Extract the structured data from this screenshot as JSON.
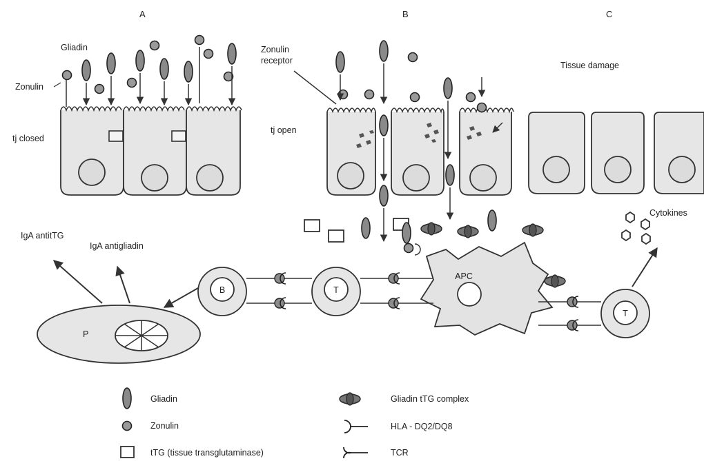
{
  "panels": {
    "a": "A",
    "b": "B",
    "c": "C"
  },
  "labels": {
    "gliadin": "Gliadin",
    "zonulin": "Zonulin",
    "tj_closed": "tj closed",
    "zonulin_receptor_1": "Zonulin",
    "zonulin_receptor_2": "receptor",
    "tj_open": "tj open",
    "tissue_damage": "Tissue damage",
    "cytokines": "Cytokines",
    "iga_antittg": "IgA antitTG",
    "iga_antigliadin": "IgA antigliadin",
    "cell_b": "B",
    "cell_t1": "T",
    "cell_apc": "APC",
    "cell_t2": "T",
    "cell_p": "P"
  },
  "legend": [
    {
      "symbol": "gliadin",
      "label": "Gliadin"
    },
    {
      "symbol": "zonulin",
      "label": "Zonulin"
    },
    {
      "symbol": "ttg",
      "label": "tTG (tissue transglutaminase)"
    },
    {
      "symbol": "gliadin-ttg-complex",
      "label": "Gliadin tTG complex"
    },
    {
      "symbol": "hla",
      "label": "HLA - DQ2/DQ8"
    },
    {
      "symbol": "tcr",
      "label": "TCR"
    }
  ]
}
